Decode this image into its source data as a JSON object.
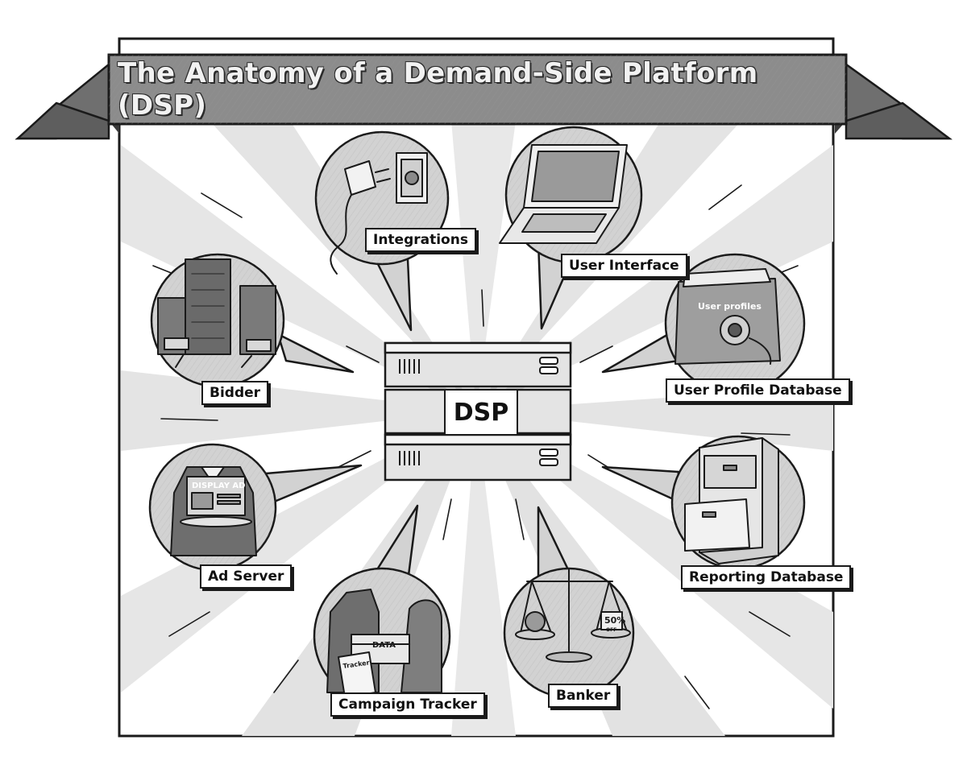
{
  "title": "The Anatomy of a Demand-Side Platform (DSP)",
  "center": {
    "label": "DSP"
  },
  "components": {
    "integrations": "Integrations",
    "user_interface": "User Interface",
    "bidder": "Bidder",
    "user_profile_database": "User Profile Database",
    "ad_server": "Ad Server",
    "reporting_database": "Reporting Database",
    "campaign_tracker": "Campaign Tracker",
    "banker": "Banker"
  },
  "illustration_text": {
    "display_ad": "DISPLAY AD",
    "user_profiles": "User profiles",
    "data": "DATA",
    "tracker": "Tracker",
    "discount": "50%",
    "off": "OFF"
  },
  "icons": {
    "integrations": "plug-outlet-icon",
    "user_interface": "laptop-icon",
    "bidder": "server-tower-gavel-icon",
    "user_profile_database": "folder-safe-dial-icon",
    "ad_server": "waiter-serving-display-ad-icon",
    "reporting_database": "filing-cabinet-icon",
    "campaign_tracker": "clipboard-data-box-icon",
    "banker": "balance-scale-icon",
    "center": "server-stack-icon"
  },
  "colors": {
    "ink": "#1a1a1a",
    "banner_gray": "#8c8c8c",
    "bubble_gray": "#d2d2d2",
    "ray_gray": "#e3e3e3",
    "paper": "#ffffff"
  }
}
